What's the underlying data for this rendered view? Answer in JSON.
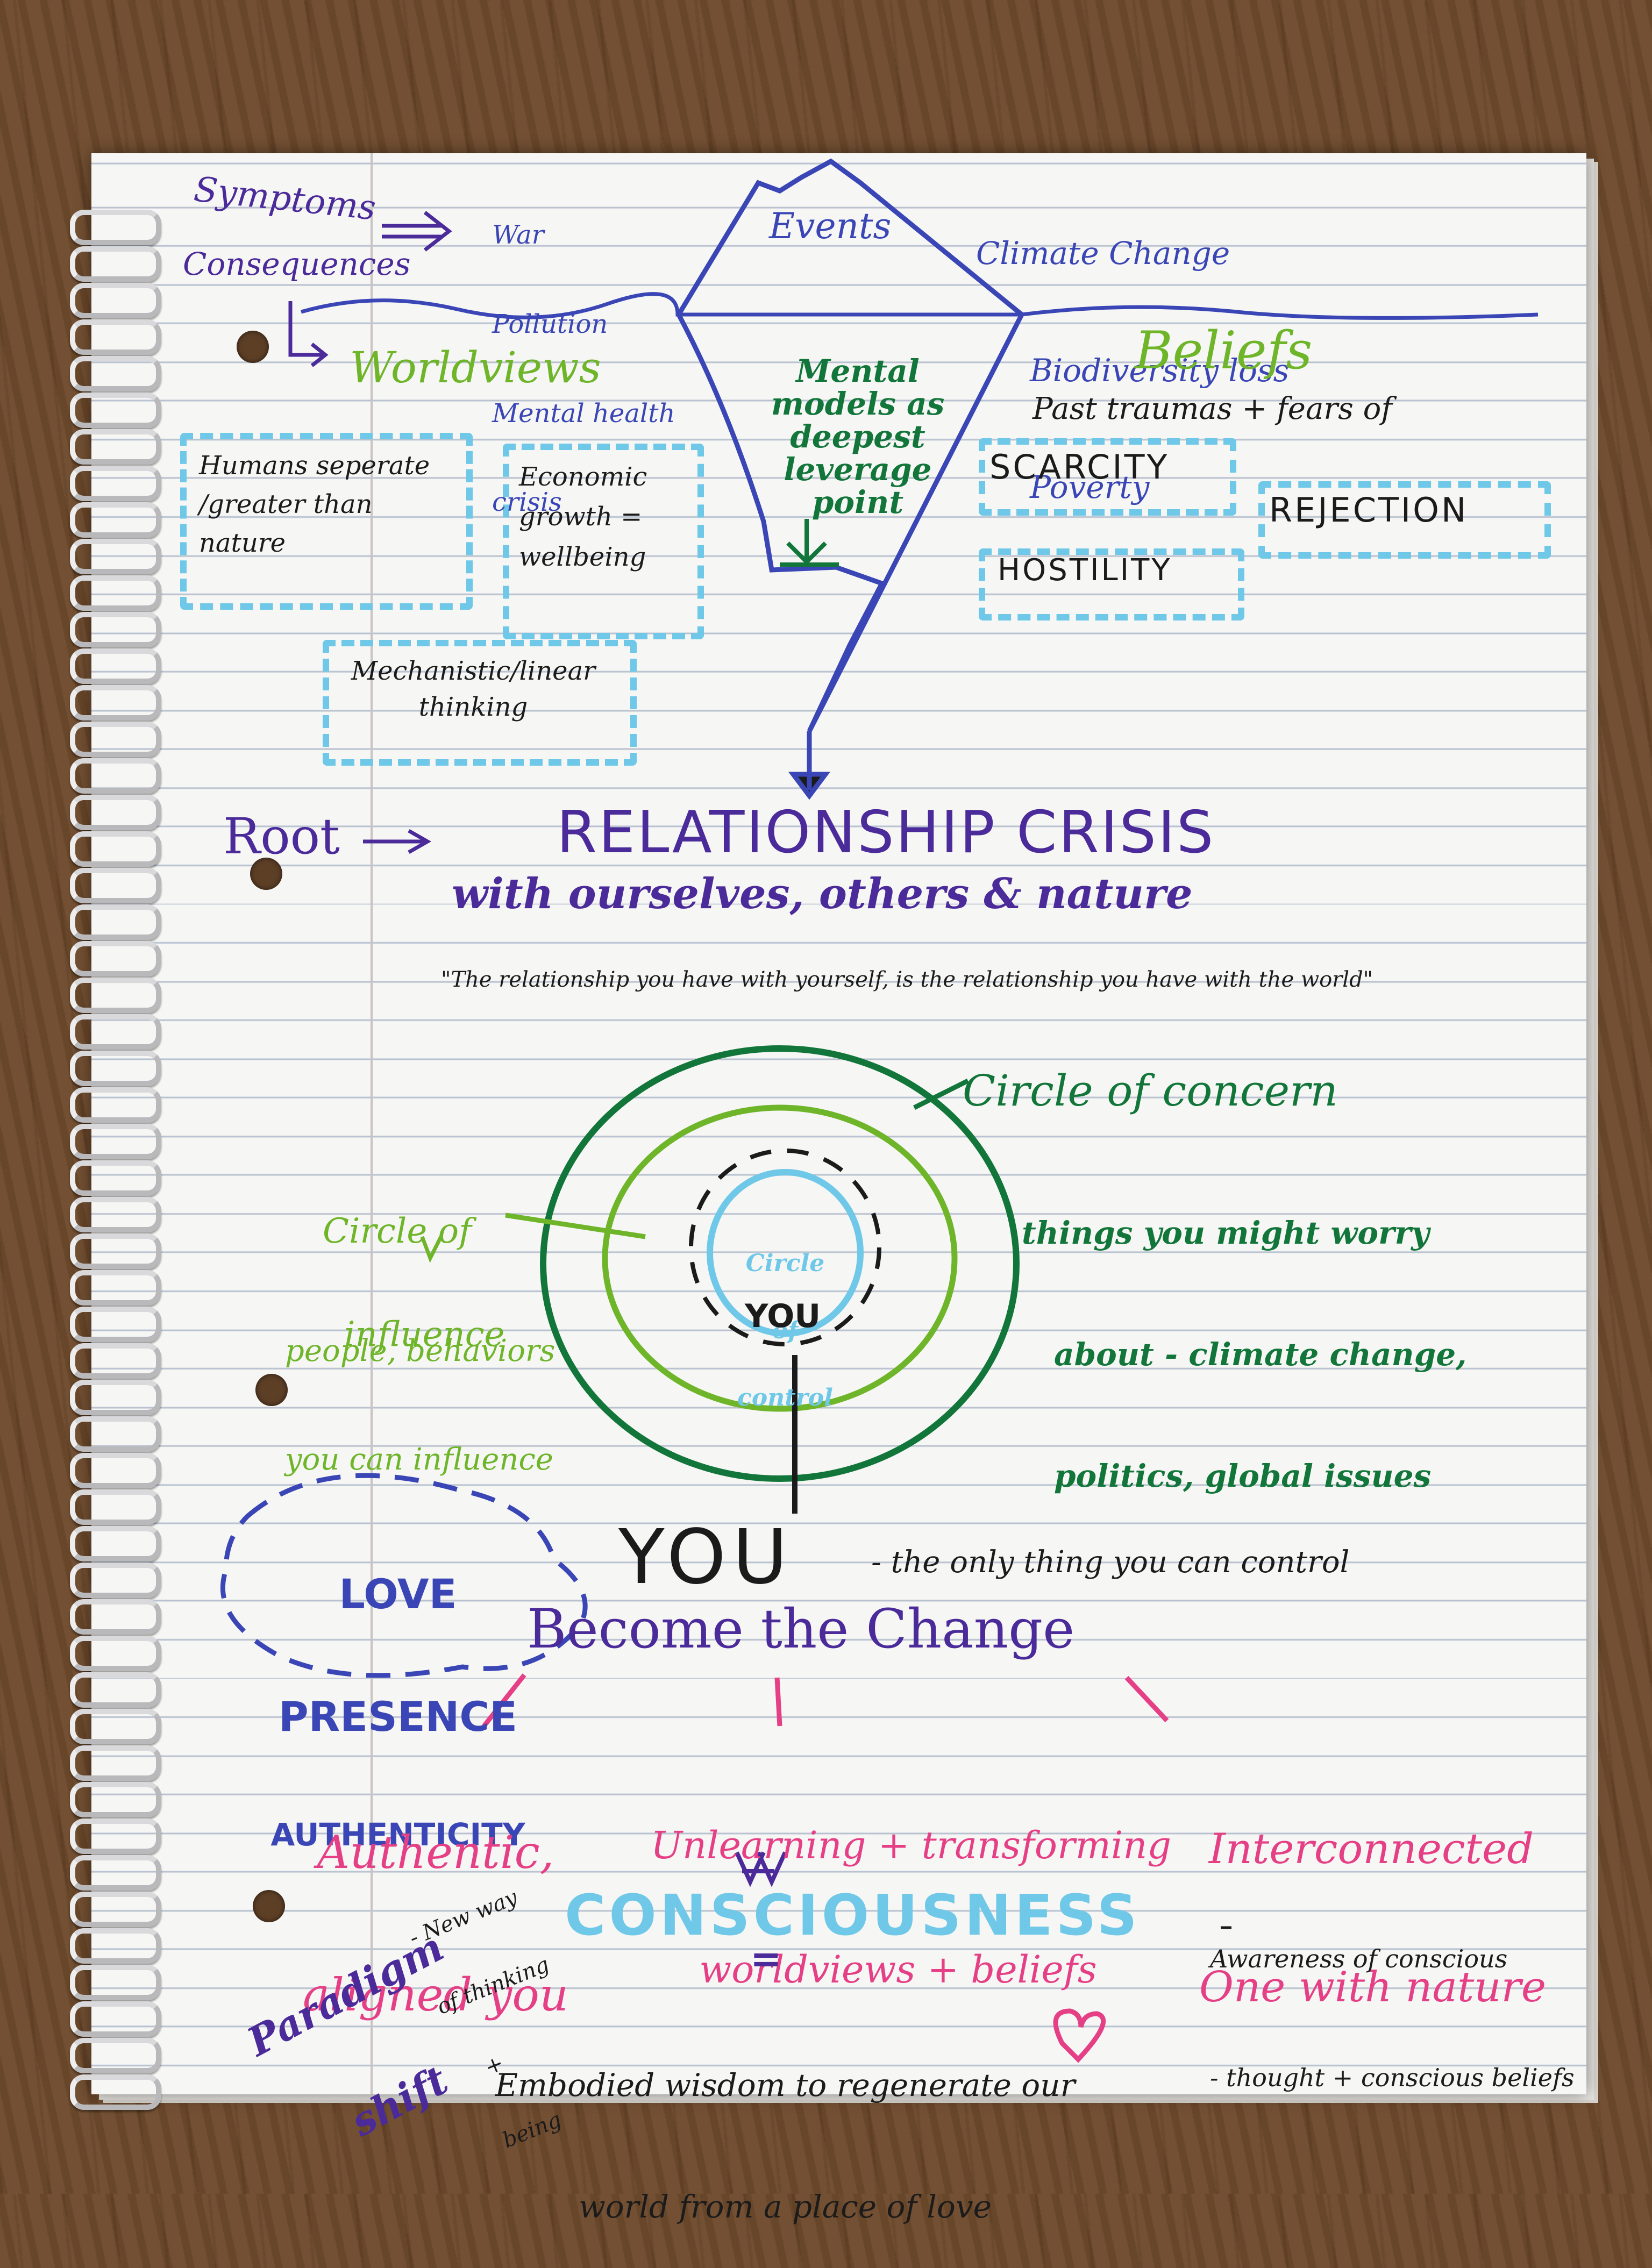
{
  "top": {
    "symptoms": "Symptoms",
    "consequences": "Consequences",
    "events": "Events",
    "left_list": [
      "War",
      "Pollution",
      "Mental health",
      "crisis"
    ],
    "right_list": [
      "Climate Change",
      "Biodiversity loss",
      "Poverty"
    ]
  },
  "worldviews": {
    "heading": "Worldviews",
    "items": [
      "Humans seperate /greater than nature",
      "Economic growth = wellbeing",
      "Mechanistic/linear thinking"
    ]
  },
  "iceberg": {
    "label": "Mental models as deepest leverage point"
  },
  "beliefs": {
    "heading": "Beliefs",
    "subtitle": "Past traumas + fears of",
    "items": [
      "SCARCITY",
      "REJECTION",
      "HOSTILITY"
    ]
  },
  "root": {
    "label": "Root",
    "title": "RELATIONSHIP CRISIS",
    "subtitle": "with ourselves, others & nature",
    "quote": "\"The relationship you have with yourself, is the relationship you have with the world\""
  },
  "circles": {
    "concern_title": "Circle of concern",
    "concern_desc": [
      "things you might worry",
      "about - climate change,",
      "politics, global issues"
    ],
    "influence_title": [
      "Circle of",
      "influence"
    ],
    "influence_desc": [
      "people, behaviors",
      "you can influence"
    ],
    "control_label": [
      "Circle",
      "of",
      "control"
    ],
    "you_small": "YOU"
  },
  "you": {
    "big": "YOU",
    "note": "- the only thing you can control",
    "become": "Become the Change"
  },
  "love_cloud": [
    "LOVE",
    "PRESENCE",
    "AUTHENTICITY"
  ],
  "branches": [
    {
      "lines": [
        "Authentic,",
        "aligned you"
      ]
    },
    {
      "lines": [
        "Unlearning + transforming",
        "worldviews + beliefs"
      ]
    },
    {
      "lines": [
        "Interconnected",
        "One with nature"
      ]
    }
  ],
  "consciousness": {
    "label": "CONSCIOUSNESS",
    "awareness": [
      "Awareness of conscious",
      "- thought + conscious beliefs"
    ],
    "equals": "=",
    "wisdom": [
      "Embodied wisdom to regenerate our",
      "world from a place of love"
    ]
  },
  "paradigm": {
    "label": [
      "Paradigm",
      "shift"
    ],
    "note": [
      "- New way",
      "of thinking",
      "+",
      "being"
    ]
  },
  "colors": {
    "purple": "#4b2a9a",
    "blue": "#3a46b5",
    "light_green": "#6fb52a",
    "dark_green": "#12763a",
    "cyan": "#6fc8e8",
    "pink": "#e53f86",
    "black": "#1b1b1b"
  }
}
